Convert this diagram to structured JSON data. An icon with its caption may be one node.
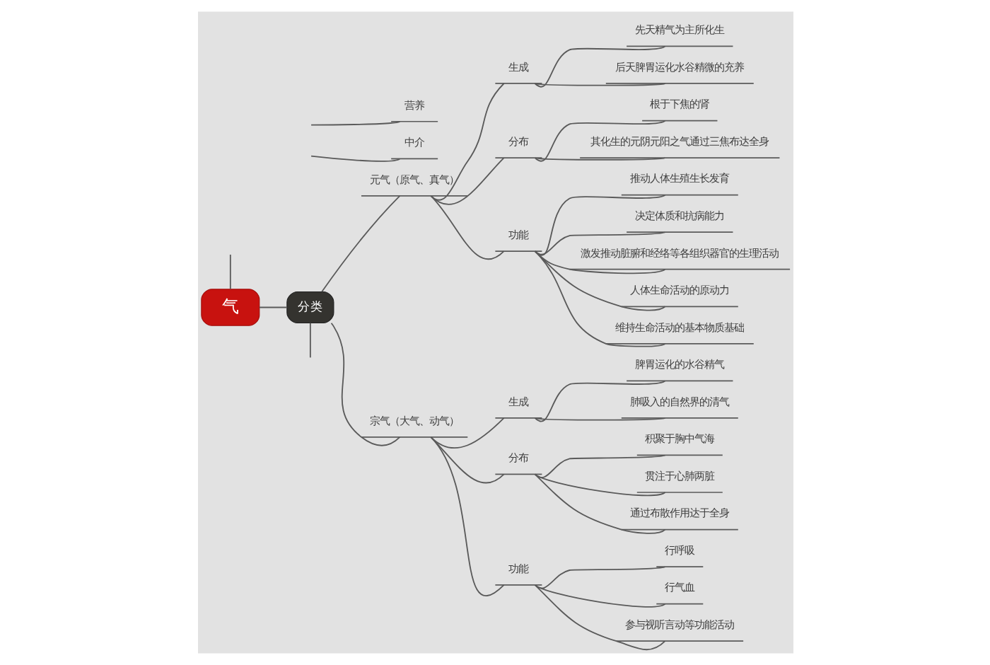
{
  "diagram": {
    "nodes": [
      {
        "text": [
          "气"
        ]
      },
      {
        "text": [
          "营养"
        ]
      },
      {
        "text": [
          "中介"
        ]
      },
      {
        "text": [
          "分类"
        ]
      },
      {
        "text": [
          "元气（原气、真气）"
        ]
      },
      {
        "text": [
          "生成"
        ]
      },
      {
        "text": [
          "先天精气为主所化生"
        ]
      },
      {
        "text": [
          "后天脾胃运化水谷精微的充养"
        ]
      },
      {
        "text": [
          "分布"
        ]
      },
      {
        "text": [
          "根于下焦的肾"
        ]
      },
      {
        "text": [
          "其化生的元阴元阳之气通过三焦布达全身"
        ]
      },
      {
        "text": [
          "功能"
        ]
      },
      {
        "text": [
          "推动人体生殖生长发育"
        ]
      },
      {
        "text": [
          "决定体质和抗病能力"
        ]
      },
      {
        "text": [
          "激发推动脏腑和经络等各组织器官的生理活动"
        ]
      },
      {
        "text": [
          "人体生命活动的原动力"
        ]
      },
      {
        "text": [
          "维持生命活动的基本物质基础"
        ]
      },
      {
        "text": [
          "宗气（大气、动气）"
        ]
      },
      {
        "text": [
          "生成"
        ]
      },
      {
        "text": [
          "脾胃运化的水谷精气"
        ]
      },
      {
        "text": [
          "肺吸入的自然界的清气"
        ]
      },
      {
        "text": [
          "分布"
        ]
      },
      {
        "text": [
          "积聚于胸中气海"
        ]
      },
      {
        "text": [
          "贯注于心肺两脏"
        ]
      },
      {
        "text": [
          "通过布散作用达于全身"
        ]
      },
      {
        "text": [
          "功能"
        ]
      },
      {
        "text": [
          "行呼吸"
        ]
      },
      {
        "text": [
          "行气血"
        ]
      },
      {
        "text": [
          "参与视听言动等功能活动"
        ]
      }
    ],
    "edges": [
      {
        "from": 0,
        "to": null,
        "arrow": "none"
      },
      {
        "from": null,
        "to": 1,
        "arrow": "none"
      },
      {
        "from": null,
        "to": 2,
        "arrow": "none"
      },
      {
        "from": 0,
        "to": 3,
        "arrow": "none"
      },
      {
        "from": 3,
        "to": 4,
        "arrow": "none"
      },
      {
        "from": 3,
        "to": 17,
        "arrow": "none"
      },
      {
        "from": 3,
        "to": null,
        "arrow": "none"
      },
      {
        "from": 4,
        "to": 5,
        "arrow": "none"
      },
      {
        "from": 5,
        "to": 6,
        "arrow": "none"
      },
      {
        "from": 5,
        "to": 7,
        "arrow": "none"
      },
      {
        "from": 4,
        "to": 8,
        "arrow": "none"
      },
      {
        "from": 8,
        "to": 9,
        "arrow": "none"
      },
      {
        "from": 8,
        "to": 10,
        "arrow": "none"
      },
      {
        "from": 4,
        "to": 11,
        "arrow": "none"
      },
      {
        "from": 11,
        "to": 12,
        "arrow": "none"
      },
      {
        "from": 11,
        "to": 13,
        "arrow": "none"
      },
      {
        "from": 11,
        "to": 14,
        "arrow": "none"
      },
      {
        "from": 11,
        "to": 15,
        "arrow": "none"
      },
      {
        "from": 11,
        "to": 16,
        "arrow": "none"
      },
      {
        "from": 17,
        "to": 18,
        "arrow": "none"
      },
      {
        "from": 18,
        "to": 19,
        "arrow": "none"
      },
      {
        "from": 18,
        "to": 20,
        "arrow": "none"
      },
      {
        "from": 17,
        "to": 21,
        "arrow": "none"
      },
      {
        "from": 21,
        "to": 22,
        "arrow": "none"
      },
      {
        "from": 21,
        "to": 23,
        "arrow": "none"
      },
      {
        "from": 21,
        "to": 24,
        "arrow": "none"
      },
      {
        "from": 17,
        "to": 25,
        "arrow": "none"
      },
      {
        "from": 25,
        "to": 26,
        "arrow": "none"
      },
      {
        "from": 25,
        "to": 27,
        "arrow": "none"
      },
      {
        "from": 25,
        "to": 28,
        "arrow": "none"
      }
    ]
  }
}
